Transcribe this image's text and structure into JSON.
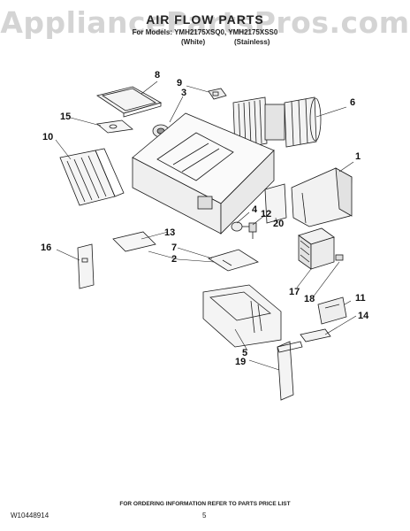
{
  "header": {
    "watermark": "AppliancePartsPros.com",
    "title": "AIR FLOW PARTS",
    "models_line": "For Models: YMH2175XSQ0, YMH2175XSS0",
    "finish_labels": [
      "(White)",
      "(Stainless)"
    ]
  },
  "callouts": [
    "8",
    "9",
    "3",
    "6",
    "15",
    "10",
    "1",
    "4",
    "12",
    "20",
    "13",
    "7",
    "2",
    "16",
    "17",
    "18",
    "11",
    "14",
    "5",
    "19"
  ],
  "footer": {
    "note": "FOR ORDERING INFORMATION REFER TO PARTS PRICE LIST",
    "doc_number": "W10448914",
    "page_number": "5"
  },
  "colors": {
    "line": "#1a1a1a",
    "watermark": "#d4d4d4"
  }
}
